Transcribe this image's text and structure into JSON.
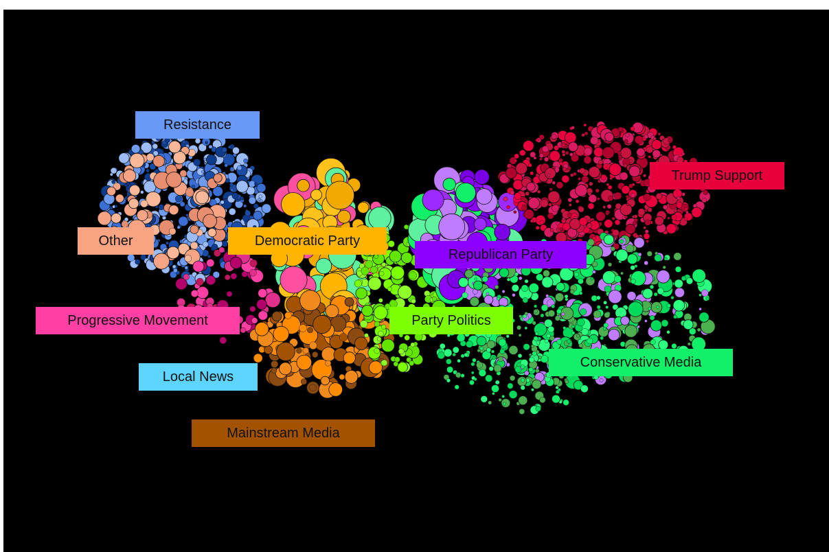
{
  "clusters": [
    {
      "id": "resistance",
      "label": "Resistance",
      "color": "#5b8ff9",
      "node_colors": [
        "#0d3b8e",
        "#1a4da8",
        "#3b6fd6",
        "#6e9cf2",
        "#9bbcf7"
      ]
    },
    {
      "id": "other",
      "label": "Other",
      "color": "#f7a484",
      "node_colors": [
        "#f7a484",
        "#e88e70",
        "#fbb899"
      ]
    },
    {
      "id": "democratic",
      "label": "Democratic Party",
      "color": "#ffb400",
      "node_colors": [
        "#ffb400",
        "#ffc21a",
        "#f2a900"
      ]
    },
    {
      "id": "republican",
      "label": "Republican Party",
      "color": "#8b00ff",
      "node_colors": [
        "#8b00ff",
        "#7a00e6",
        "#9d2bff"
      ]
    },
    {
      "id": "trump",
      "label": "Trump Support",
      "color": "#e8003d",
      "node_colors": [
        "#e8003d",
        "#b0002e",
        "#c8123f",
        "#d81b60"
      ]
    },
    {
      "id": "progressive",
      "label": "Progressive Movement",
      "color": "#ff3fa4",
      "node_colors": [
        "#ff3fa4",
        "#e0308c",
        "#b3006b",
        "#c2185b"
      ]
    },
    {
      "id": "party_politics",
      "label": "Party Politics",
      "color": "#7cff00",
      "node_colors": [
        "#7cff00",
        "#62e600",
        "#8fff2a"
      ]
    },
    {
      "id": "conservative",
      "label": "Conservative Media",
      "color": "#12f06a",
      "node_colors": [
        "#12f06a",
        "#00d95a",
        "#2cff80",
        "#4caf50"
      ]
    },
    {
      "id": "local",
      "label": "Local News",
      "color": "#5ed5ff",
      "node_colors": [
        "#5ed5ff",
        "#40c4ff"
      ]
    },
    {
      "id": "mainstream",
      "label": "Mainstream Media",
      "color": "#a35200",
      "node_colors": [
        "#a35200",
        "#ff8c00",
        "#f08a1c",
        "#8a4a10"
      ]
    }
  ],
  "extra_colors": {
    "mint": "#5ef2a0",
    "lavender": "#c07cff",
    "pink": "#ff4fa0"
  }
}
